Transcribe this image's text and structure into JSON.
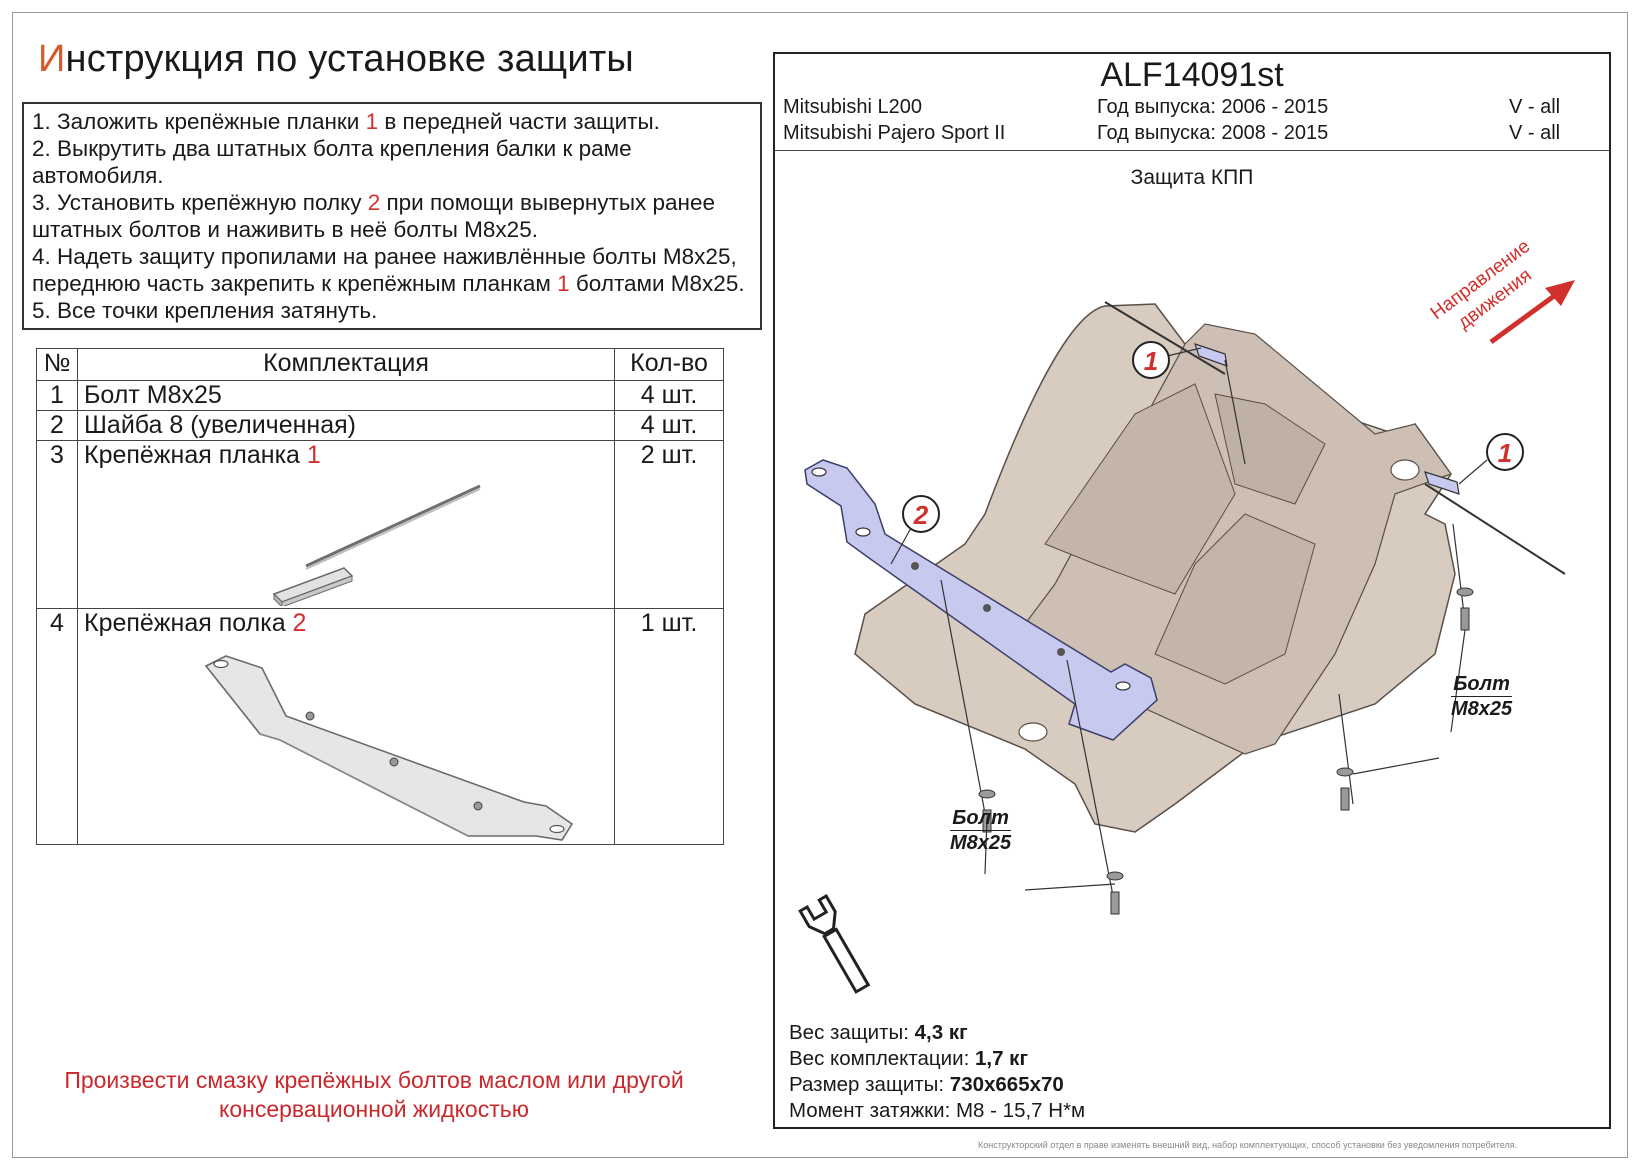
{
  "title": {
    "first_letter": "И",
    "rest": "нструкция по установке защиты"
  },
  "steps": [
    {
      "parts": [
        {
          "t": "1. Заложить крепёжные планки "
        },
        {
          "t": "1",
          "red": true
        },
        {
          "t": " в передней части защиты."
        }
      ]
    },
    {
      "parts": [
        {
          "t": "2. Выкрутить два штатных болта крепления балки к раме"
        }
      ]
    },
    {
      "parts": [
        {
          "t": "автомобиля."
        }
      ]
    },
    {
      "parts": [
        {
          "t": "3. Установить крепёжную полку "
        },
        {
          "t": "2",
          "red": true
        },
        {
          "t": " при помощи вывернутых ранее"
        }
      ]
    },
    {
      "parts": [
        {
          "t": "штатных болтов и наживить в неё болты М8х25."
        }
      ]
    },
    {
      "parts": [
        {
          "t": "4. Надеть защиту пропилами на ранее наживлённые болты М8х25,"
        }
      ]
    },
    {
      "parts": [
        {
          "t": "переднюю часть закрепить к крепёжным планкам "
        },
        {
          "t": "1",
          "red": true
        },
        {
          "t": " болтами М8х25."
        }
      ]
    },
    {
      "parts": [
        {
          "t": "5. Все точки крепления затянуть."
        }
      ]
    }
  ],
  "kit_table": {
    "headers": {
      "num": "№",
      "name": "Комплектация",
      "qty": "Кол-во"
    },
    "rows": [
      {
        "num": "1",
        "name": "Болт М8х25",
        "ref": "",
        "qty": "4 шт."
      },
      {
        "num": "2",
        "name": "Шайба 8 (увеличенная)",
        "ref": "",
        "qty": "4 шт."
      },
      {
        "num": "3",
        "name": "Крепёжная планка ",
        "ref": "1",
        "qty": "2 шт."
      },
      {
        "num": "4",
        "name": "Крепёжная полка ",
        "ref": "2",
        "qty": "1 шт."
      }
    ]
  },
  "warning": {
    "line1": "Произвести смазку крепёжных болтов маслом или другой",
    "line2": "консервационной жидкостью"
  },
  "product": {
    "code": "ALF14091st",
    "vehicles": [
      {
        "model": "Mitsubishi L200",
        "years": "Год выпуска: 2006 - 2015",
        "engine": "V - all"
      },
      {
        "model": "Mitsubishi Pajero Sport II",
        "years": "Год выпуска: 2008 - 2015",
        "engine": "V - all"
      }
    ],
    "part_name": "Защита КПП"
  },
  "diagram": {
    "direction_line1": "Направление",
    "direction_line2": "движения",
    "callouts": [
      "1",
      "1",
      "2"
    ],
    "bolt_label_left": {
      "l1": "Болт",
      "l2": "М8х25"
    },
    "bolt_label_right": {
      "l1": "Болт",
      "l2": "М8х25"
    }
  },
  "specs": [
    {
      "label": "Вес защиты: ",
      "value": "4,3 кг",
      "bold": true
    },
    {
      "label": "Вес комплектации: ",
      "value": "1,7 кг",
      "bold": true
    },
    {
      "label": "Размер защиты: ",
      "value": "730х665х70",
      "bold": true
    },
    {
      "label": "Момент затяжки:  ",
      "value": "М8 - 15,7 Н*м",
      "bold": false
    }
  ],
  "disclaimer": "Конструкторский отдел в праве изменять внешний вид, набор комплектующих, способ установки без уведомления потребителя.",
  "colors": {
    "accent_red": "#d0312d",
    "title_orange": "#d4592b",
    "plate": "#d9cfc6",
    "bracket": "#c7c9ef"
  }
}
